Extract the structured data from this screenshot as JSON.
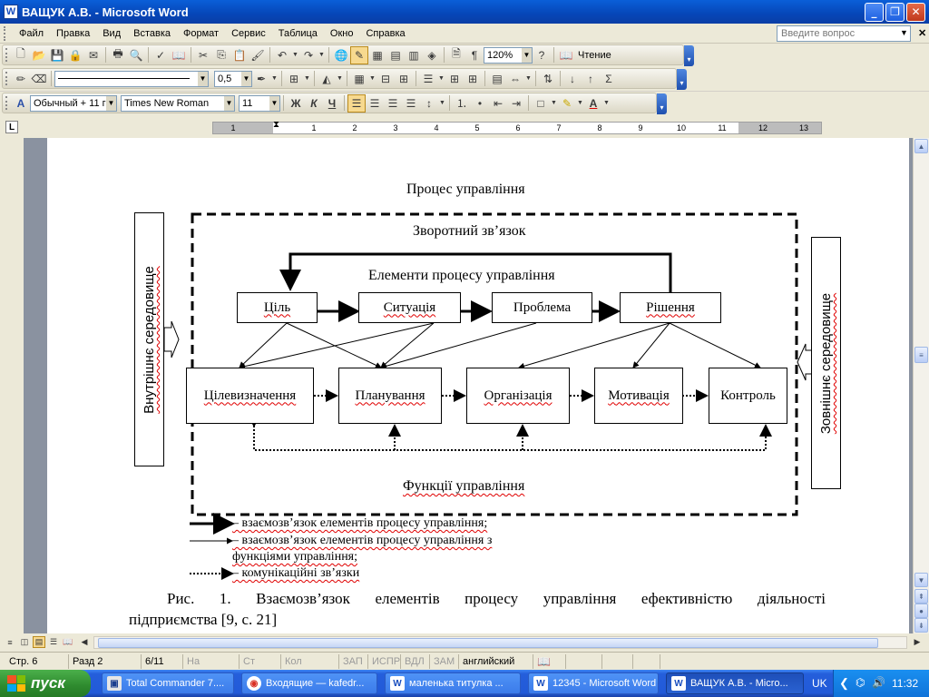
{
  "window": {
    "title": "ВАЩУК А.В. - Microsoft Word",
    "app_icon": "W",
    "buttons": [
      "minimize-icon",
      "restore-icon",
      "close-icon"
    ]
  },
  "menu": {
    "items": [
      "Файл",
      "Правка",
      "Вид",
      "Вставка",
      "Формат",
      "Сервис",
      "Таблица",
      "Окно",
      "Справка"
    ],
    "ask_placeholder": "Введите вопрос"
  },
  "standard_toolbar": {
    "zoom": "120%",
    "reading": "Чтение"
  },
  "drawing_toolbar": {
    "line_width": "0,5"
  },
  "format_toolbar": {
    "style": "Обычный + 11 г",
    "font": "Times New Roman",
    "size": "11",
    "bold": "Ж",
    "italic": "К",
    "underline": "Ч"
  },
  "ruler": {
    "numbers": [
      "1",
      "1",
      "2",
      "3",
      "4",
      "5",
      "6",
      "7",
      "8",
      "9",
      "10",
      "11",
      "12",
      "13"
    ],
    "corner": "L"
  },
  "diagram": {
    "title": "Процес управління",
    "feedback": "Зворотний зв’язок",
    "elements_title": "Елементи процесу управління",
    "elements": [
      "Ціль",
      "Ситуація",
      "Проблема",
      "Рішення"
    ],
    "functions": [
      "Цілевизначення",
      "Планування",
      "Організація",
      "Мотивація",
      "Контроль"
    ],
    "functions_title": "Функції управління",
    "inner_env": "Внутрішнє середовище",
    "outer_env": "Зовнішнє середовище"
  },
  "legend": {
    "line1": "– взаємозв’язок  елементів процесу управління;",
    "line2a": "– взаємозв’язок елементів процесу управління з",
    "line2b": "функціями управління;",
    "line3": "– комунікаційні зв’язки"
  },
  "caption": {
    "line1": [
      "Рис.",
      "1.",
      "Взаємозв’язок",
      "елементів",
      "процесу",
      "управління",
      "ефективністю",
      "діяльності"
    ],
    "line2": "підприємства [9, с. 21]"
  },
  "status": {
    "page": "Стр. 6",
    "section": "Разд 2",
    "pages": "6/11",
    "at": "На",
    "ln": "Ст",
    "col": "Кол",
    "rec": "ЗАП",
    "trk": "ИСПР",
    "ext": "ВДЛ",
    "ovr": "ЗАМ",
    "language": "английский"
  },
  "taskbar": {
    "start": "пуск",
    "tasks": [
      "Total Commander 7....",
      "Входящие — kafedr...",
      "маленька титулка ...",
      "12345 - Microsoft Word",
      "ВАЩУК А.В. - Micro..."
    ],
    "lang": "UK",
    "clock": "11:32"
  },
  "colors": {
    "titlebar": "#0a5fd8",
    "taskbar": "#245edb",
    "start": "#2e8a2e",
    "spellcheck": "#e00000"
  }
}
